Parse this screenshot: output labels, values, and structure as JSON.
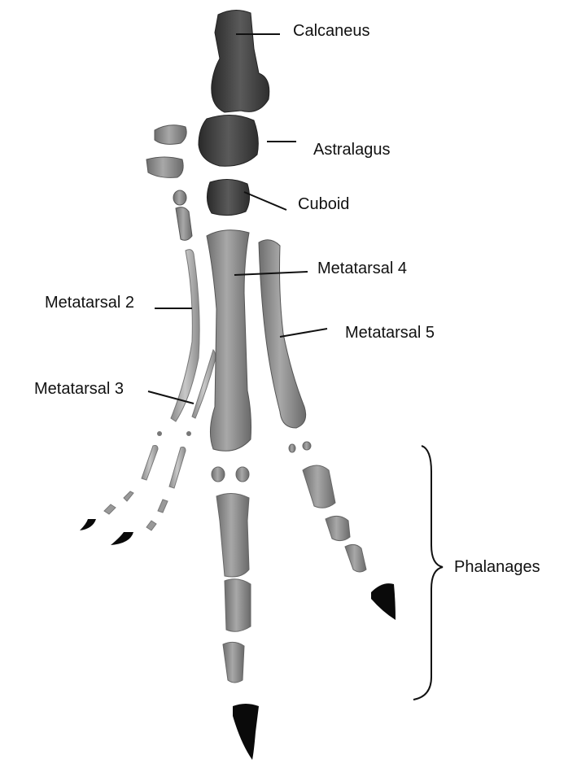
{
  "labels": {
    "calcaneus": "Calcaneus",
    "astralagus": "Astralagus",
    "cuboid": "Cuboid",
    "metatarsal_2": "Metatarsal 2",
    "metatarsal_3": "Metatarsal 3",
    "metatarsal_4": "Metatarsal 4",
    "metatarsal_5": "Metatarsal 5",
    "phalanages": "Phalanages"
  },
  "colors": {
    "bone_dark": "#3a3a3a",
    "bone_mid": "#7a7a7a",
    "bone_light": "#bdbdbd",
    "claw": "#0a0a0a",
    "text": "#111111"
  }
}
